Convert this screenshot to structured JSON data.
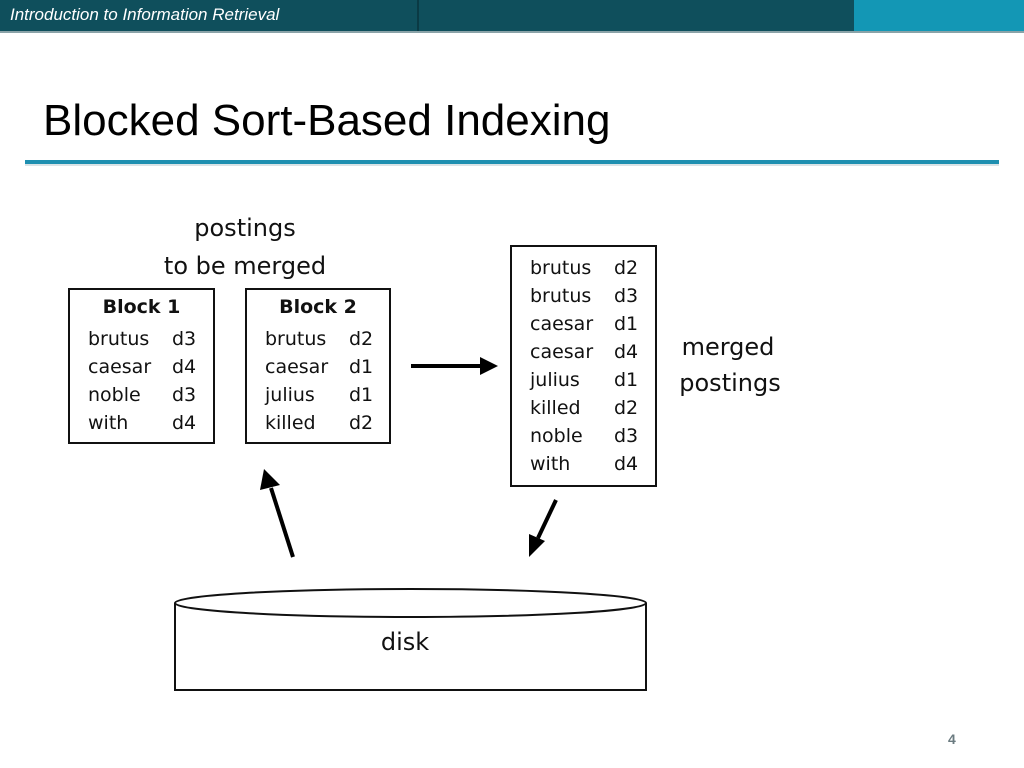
{
  "header": {
    "course_title": "Introduction to Information Retrieval"
  },
  "slide": {
    "title": "Blocked Sort-Based Indexing",
    "page_number": "4"
  },
  "diagram": {
    "postings_label_line1": "postings",
    "postings_label_line2": "to be merged",
    "merged_label_line1": "merged",
    "merged_label_line2": "postings",
    "disk_label": "disk",
    "block1": {
      "title": "Block 1",
      "rows": [
        {
          "term": "brutus",
          "doc": "d3"
        },
        {
          "term": "caesar",
          "doc": "d4"
        },
        {
          "term": "noble",
          "doc": "d3"
        },
        {
          "term": "with",
          "doc": "d4"
        }
      ]
    },
    "block2": {
      "title": "Block 2",
      "rows": [
        {
          "term": "brutus",
          "doc": "d2"
        },
        {
          "term": "caesar",
          "doc": "d1"
        },
        {
          "term": "julius",
          "doc": "d1"
        },
        {
          "term": "killed",
          "doc": "d2"
        }
      ]
    },
    "merged": {
      "rows": [
        {
          "term": "brutus",
          "doc": "d2"
        },
        {
          "term": "brutus",
          "doc": "d3"
        },
        {
          "term": "caesar",
          "doc": "d1"
        },
        {
          "term": "caesar",
          "doc": "d4"
        },
        {
          "term": "julius",
          "doc": "d1"
        },
        {
          "term": "killed",
          "doc": "d2"
        },
        {
          "term": "noble",
          "doc": "d3"
        },
        {
          "term": "with",
          "doc": "d4"
        }
      ]
    }
  },
  "colors": {
    "header_dark": "#0f4f5c",
    "header_accent": "#1397b5",
    "title_rule": "#1e8fb0"
  }
}
